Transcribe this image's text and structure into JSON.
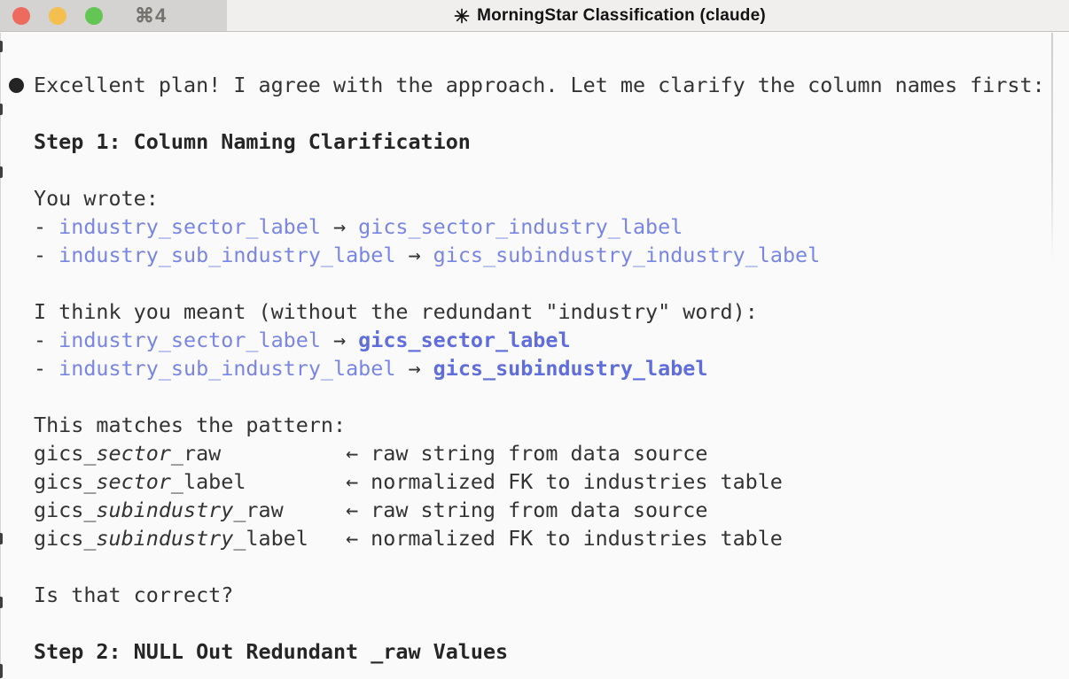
{
  "window": {
    "tab_shortcut": "⌘4",
    "title": "MorningStar Classification (claude)",
    "title_icon": "eight-spoked-asterisk",
    "controls": {
      "close_color": "#ed6a5e",
      "minimize_color": "#f5bf4f",
      "zoom_color": "#62c554"
    }
  },
  "colors": {
    "background": "#fafafa",
    "titlebar_left_bg": "#d5d3d1",
    "titlebar_tab_bg": "#f0efed",
    "body_text": "#333333",
    "heading_text": "#262626",
    "code_blue": "#7a86e4",
    "code_blue_bold": "#5f6ddd"
  },
  "message": {
    "bullet_icon": "filled-circle",
    "intro": "Excellent plan! I agree with the approach. Let me clarify the column names first:",
    "step1_heading": "Step 1: Column Naming Clarification",
    "you_wrote_label": "You wrote:",
    "wrote_mappings": [
      {
        "dash": "- ",
        "from": "industry_sector_label",
        "arrow": " → ",
        "to": "gics_sector_industry_label"
      },
      {
        "dash": "- ",
        "from": "industry_sub_industry_label",
        "arrow": " → ",
        "to": "gics_subindustry_industry_label"
      }
    ],
    "meant_label": "I think you meant (without the redundant \"industry\" word):",
    "meant_mappings": [
      {
        "dash": "- ",
        "from": "industry_sector_label",
        "arrow": " → ",
        "to": "gics_sector_label"
      },
      {
        "dash": "- ",
        "from": "industry_sub_industry_label",
        "arrow": " → ",
        "to": "gics_subindustry_label"
      }
    ],
    "pattern_label": "This matches the pattern:",
    "pattern_rows": [
      {
        "prefix": "gics_",
        "em": "sector",
        "suffix": "_raw",
        "arrow": "←",
        "desc": " raw string from data source"
      },
      {
        "prefix": "gics_",
        "em": "sector",
        "suffix": "_label",
        "arrow": "←",
        "desc": " normalized FK to industries table"
      },
      {
        "prefix": "gics_",
        "em": "subindustry",
        "suffix": "_raw",
        "arrow": "←",
        "desc": " raw string from data source"
      },
      {
        "prefix": "gics_",
        "em": "subindustry",
        "suffix": "_label",
        "arrow": "←",
        "desc": " normalized FK to industries table"
      }
    ],
    "confirm": "Is that correct?",
    "step2_heading": "Step 2: NULL Out Redundant _raw Values"
  }
}
